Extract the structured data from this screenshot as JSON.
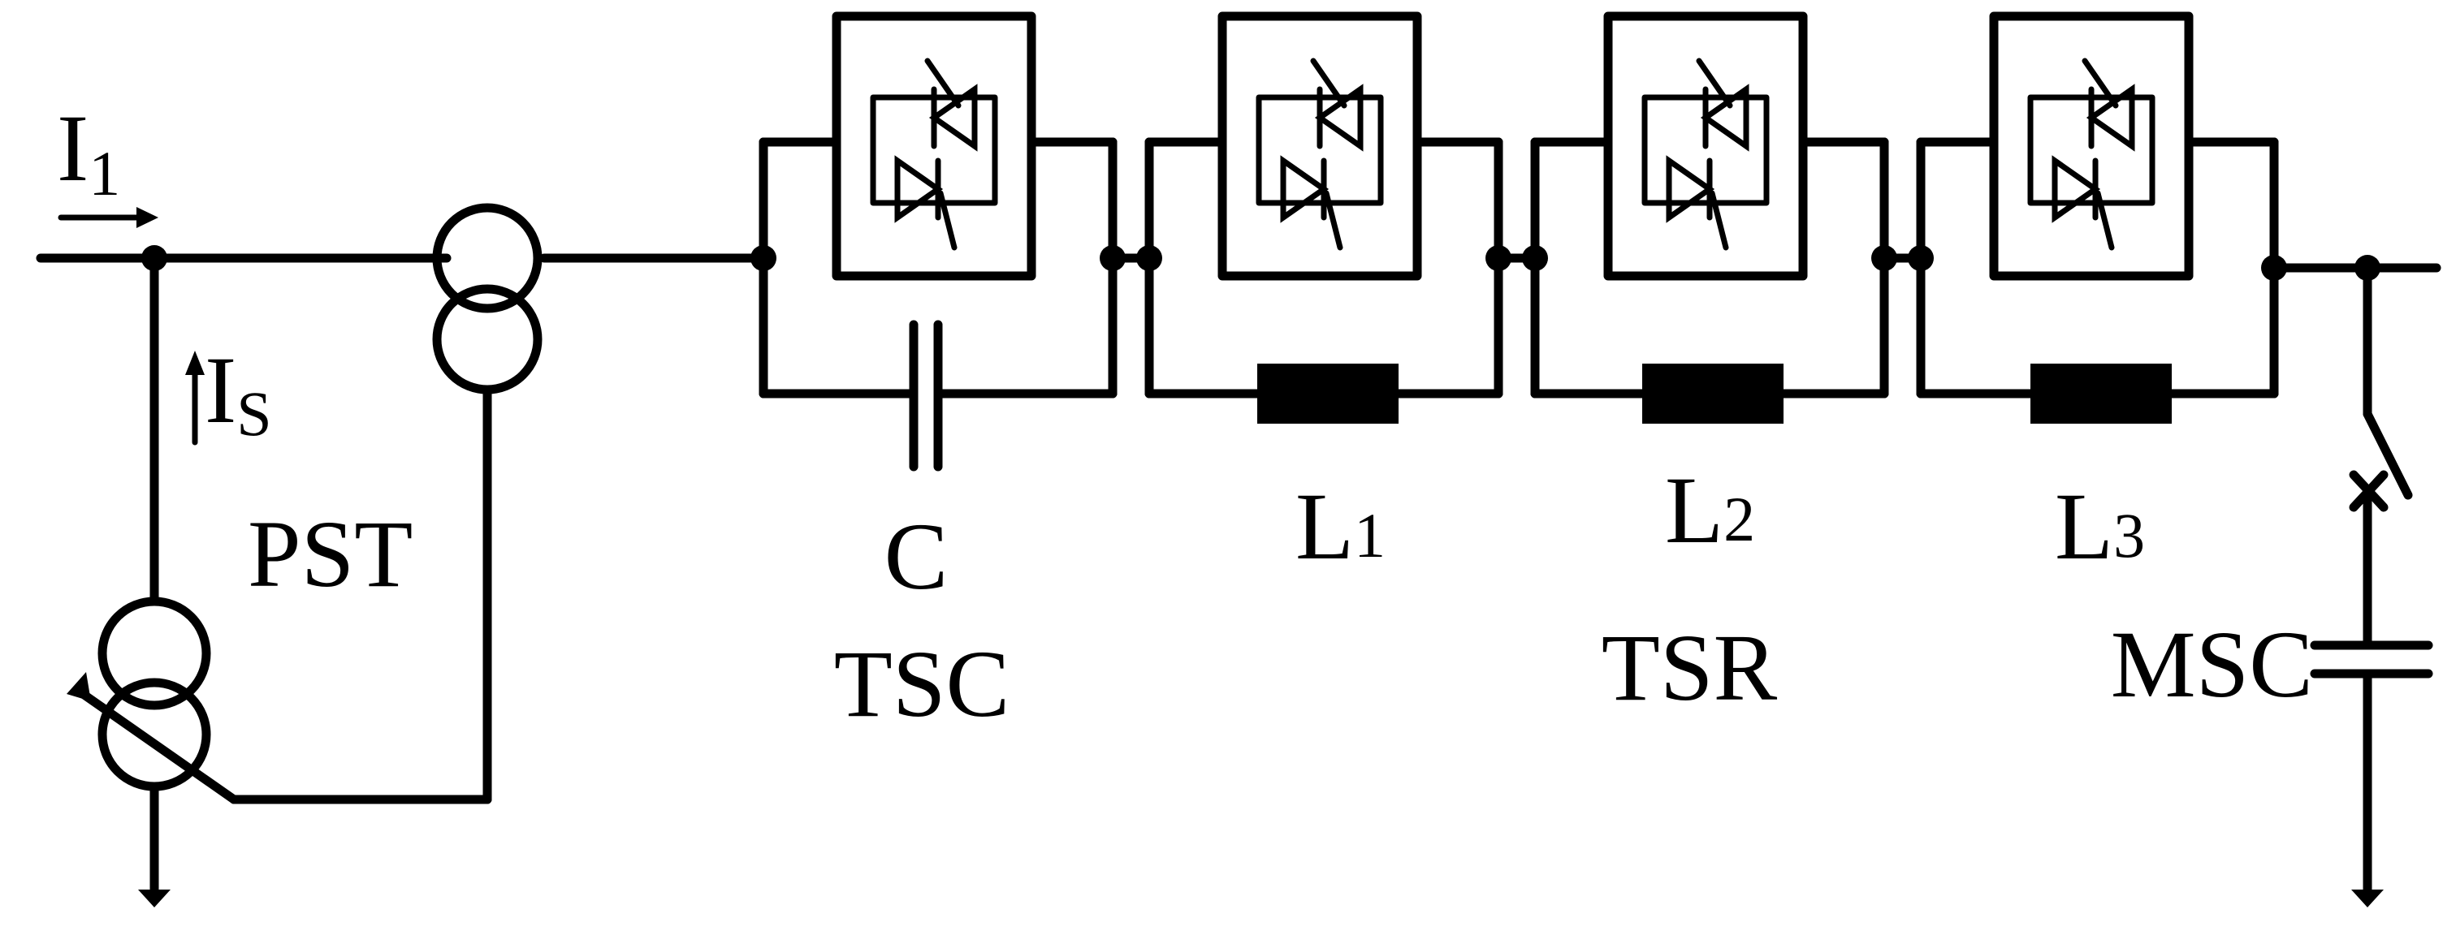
{
  "labels": {
    "current_line": "I",
    "current_line_sub": "1",
    "current_shunt": "I",
    "current_shunt_sub": "S",
    "pst": "PST",
    "capacitor": "C",
    "tsc": "TSC",
    "inductor_1": "L",
    "inductor_1_sub": "1",
    "inductor_2": "L",
    "inductor_2_sub": "2",
    "inductor_3": "L",
    "inductor_3_sub": "3",
    "tsr": "TSR",
    "msc": "MSC"
  }
}
